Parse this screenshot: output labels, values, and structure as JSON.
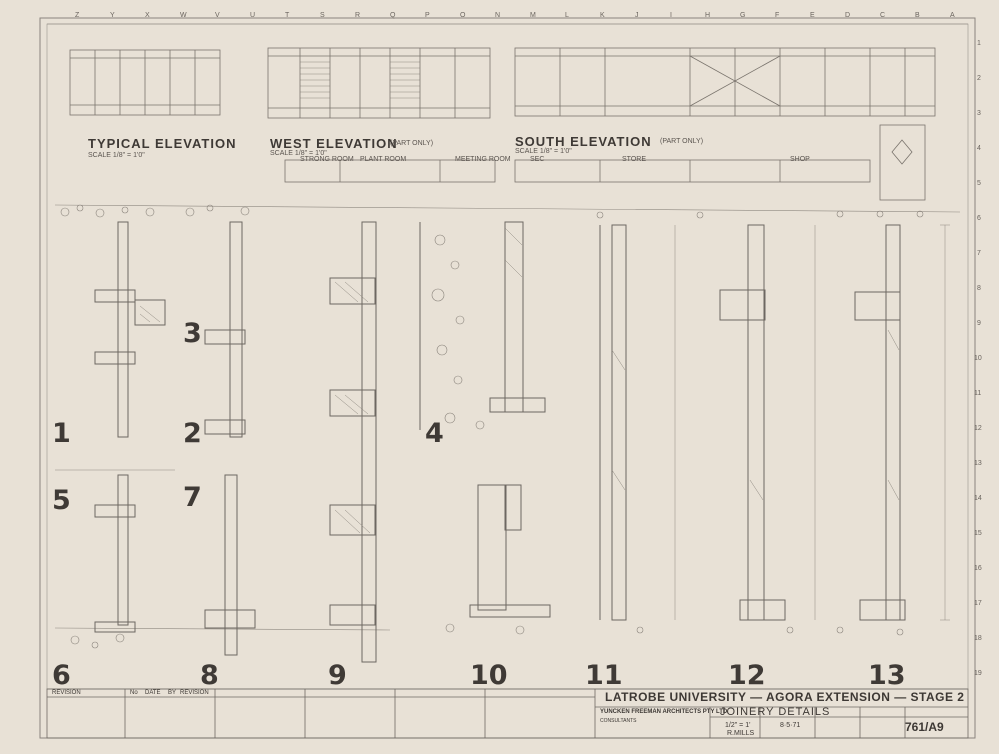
{
  "grid_letters_top": [
    "Z",
    "Y",
    "X",
    "W",
    "V",
    "U",
    "T",
    "S",
    "R",
    "Q",
    "P",
    "O",
    "N",
    "M",
    "L",
    "K",
    "J",
    "I",
    "H",
    "G",
    "F",
    "E",
    "D",
    "C",
    "B",
    "A"
  ],
  "grid_numbers_right": [
    "1",
    "2",
    "3",
    "4",
    "5",
    "6",
    "7",
    "8",
    "9",
    "10",
    "11",
    "12",
    "13",
    "14",
    "15",
    "16",
    "17",
    "18",
    "19"
  ],
  "elevations": {
    "typical": {
      "title": "TYPICAL ELEVATION",
      "scale": "SCALE 1/8\" = 1'0\""
    },
    "west": {
      "title": "WEST ELEVATION",
      "suffix": "(PART ONLY)",
      "scale": "SCALE 1/8\" = 1'0\""
    },
    "south": {
      "title": "SOUTH ELEVATION",
      "suffix": "(PART ONLY)",
      "scale": "SCALE 1/8\" = 1'0\""
    }
  },
  "room_labels": [
    "STRONG ROOM",
    "PLANT ROOM",
    "MEETING ROOM",
    "SEC",
    "STORE",
    "SHOP"
  ],
  "detail_numbers": [
    "1",
    "2",
    "3",
    "4",
    "5",
    "6",
    "7",
    "8",
    "9",
    "10",
    "11",
    "12",
    "13"
  ],
  "title_block": {
    "project": "LATROBE UNIVERSITY  —  AGORA EXTENSION — STAGE 2",
    "architects": "YUNCKEN FREEMAN ARCHITECTS PTY LTD",
    "location": "CONSULTANTS",
    "drawing_title": "JOINERY DETAILS",
    "scale_value": "1/2\" = 1'",
    "drawn": "R.MILLS",
    "date": "8·5·71",
    "drawing_no": "761/A9",
    "revision_header": "REVISION",
    "rev_cols": [
      "No",
      "DATE",
      "BY",
      "REVISION"
    ]
  }
}
